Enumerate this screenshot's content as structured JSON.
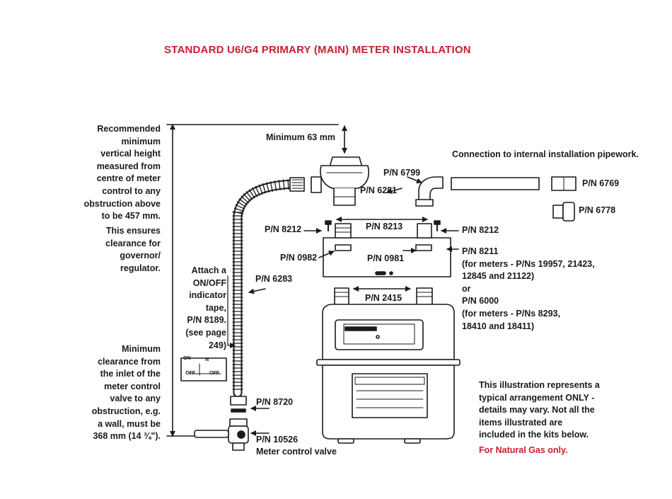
{
  "title": "STANDARD U6/G4 PRIMARY (MAIN) METER INSTALLATION",
  "left_notes": {
    "height_lines": [
      "Recommended",
      "minimum",
      "vertical height",
      "measured from",
      "centre of meter",
      "control to any",
      "obstruction above",
      "to be 457 mm."
    ],
    "clearance_lines": [
      "This ensures",
      "clearance for",
      "governor/",
      "regulator."
    ],
    "attach_lines": [
      "Attach a",
      "ON/OFF",
      "indicator",
      "tape,",
      "P/N 8189.",
      "(see page",
      "249)"
    ],
    "min_clear_lines": [
      "Minimum",
      "clearance from",
      "the inlet of the",
      "meter control",
      "valve to any",
      "obstruction, e.g.",
      "a wall, must be",
      "368 mm (14 ¾\")."
    ]
  },
  "tape_label": {
    "on": "ON",
    "off": "OFF",
    "n": "N"
  },
  "min_63": "Minimum 63 mm",
  "connection": "Connection to internal installation pipework.",
  "parts": {
    "p6799": "P/N 6799",
    "p6281": "P/N 6281",
    "p6769": "P/N 6769",
    "p6778": "P/N 6778",
    "p8212_left": "P/N 8212",
    "p8212_right": "P/N 8212",
    "p8213": "P/N 8213",
    "p0982": "P/N 0982",
    "p0981": "P/N 0981",
    "p6283": "P/N 6283",
    "p2415": "P/N 2415",
    "p8720": "P/N 8720",
    "p10526": "P/N 10526",
    "meter_control_valve": "Meter control valve"
  },
  "bracket_notes": [
    "P/N 8211",
    "(for meters - P/Ns 19957, 21423,",
    "12845 and 21122)",
    "or",
    "P/N 6000",
    "(for meters - P/Ns 8293,",
    "18410 and 18411)"
  ],
  "disclaimer_lines": [
    "This illustration represents a",
    "typical arrangement ONLY -",
    "details may vary. Not all the",
    "items illustrated are",
    "included in the kits below."
  ],
  "natural_gas": "For Natural Gas only.",
  "colors": {
    "title_red": "#c8202e",
    "ink": "#1a1a1a"
  }
}
